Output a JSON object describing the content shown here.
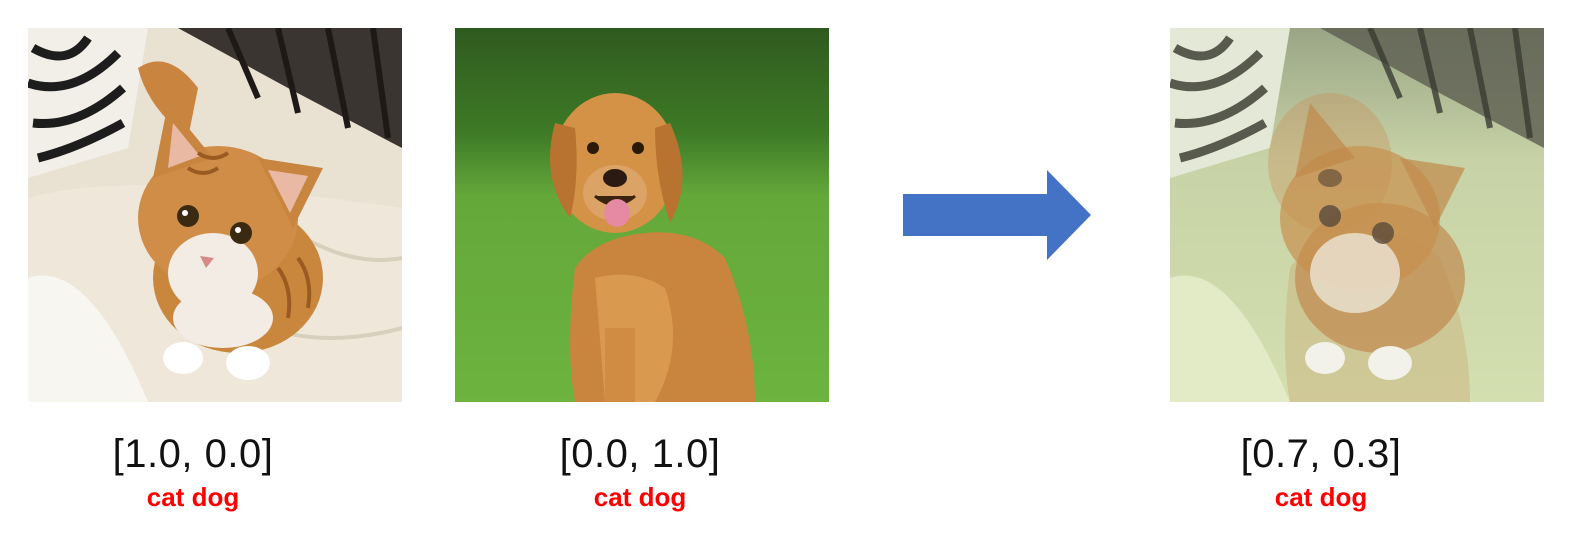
{
  "images": [
    {
      "name": "cat",
      "vector_label": "[1.0, 0.0]",
      "class_label": "cat dog"
    },
    {
      "name": "dog",
      "vector_label": "[0.0, 1.0]",
      "class_label": "cat dog"
    },
    {
      "name": "mixed",
      "vector_label": "[0.7, 0.3]",
      "class_label": "cat dog"
    }
  ],
  "colors": {
    "arrow_fill": "#4472C4",
    "class_label_color": "#FF0000",
    "text_color": "#111111"
  },
  "icons": {
    "arrow": "right-arrow-icon"
  }
}
